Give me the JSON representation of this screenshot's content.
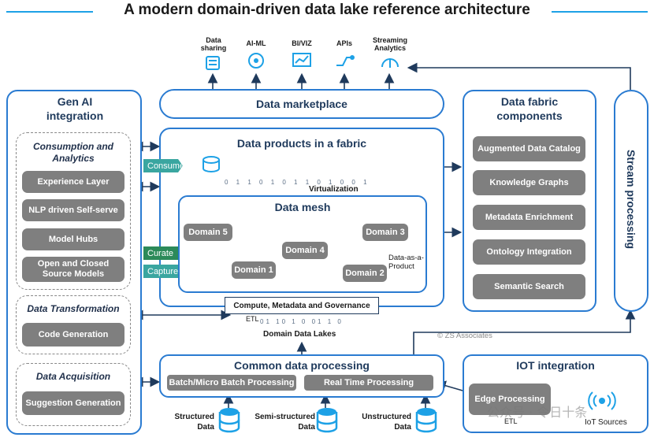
{
  "title": "A modern domain-driven data lake reference architecture",
  "top_icons": [
    {
      "label": "Data sharing",
      "icon": "data-sharing-icon"
    },
    {
      "label": "AI-ML",
      "icon": "ai-ml-icon"
    },
    {
      "label": "BI/VIZ",
      "icon": "bi-viz-icon"
    },
    {
      "label": "APIs",
      "icon": "apis-icon"
    },
    {
      "label": "Streaming Analytics",
      "icon": "streaming-analytics-icon"
    }
  ],
  "gen_ai": {
    "title": "Gen AI integration",
    "consumption": {
      "title": "Consumption and Analytics",
      "items": [
        "Experience Layer",
        "NLP driven Self-serve",
        "Model Hubs",
        "Open and Closed Source Models"
      ]
    },
    "transformation": {
      "title": "Data Transformation",
      "items": [
        "Code Generation"
      ]
    },
    "acquisition": {
      "title": "Data Acquisition",
      "items": [
        "Suggestion Generation"
      ]
    }
  },
  "marketplace": {
    "title": "Data marketplace"
  },
  "fabric_products": {
    "title": "Data products in a fabric",
    "virtualization": "Virtualization",
    "tags": {
      "consume": "Consume",
      "curate": "Curate",
      "capture": "Capture"
    },
    "mesh": {
      "title": "Data mesh",
      "domains": [
        "Domain 5",
        "Domain 4",
        "Domain 3",
        "Domain 1",
        "Domain 2"
      ],
      "daap": "Data-as-a-Product"
    },
    "compute": "Compute, Metadata and Governance",
    "etl": "ETL",
    "lakes": "Domain Data Lakes"
  },
  "fabric_components": {
    "title": "Data fabric components",
    "items": [
      "Augmented Data Catalog",
      "Knowledge Graphs",
      "Metadata Enrichment",
      "Ontology Integration",
      "Semantic Search"
    ]
  },
  "stream": {
    "title": "Stream processing"
  },
  "copyright": "© ZS Associates",
  "common": {
    "title": "Common data processing",
    "items": [
      "Batch/Micro Batch Processing",
      "Real Time Processing"
    ]
  },
  "iot": {
    "title": "IOT integration",
    "edge": "Edge Processing",
    "etl": "ETL",
    "sources": "IoT Sources"
  },
  "data_sources": [
    "Structured Data",
    "Semi-structured Data",
    "Unstructured Data"
  ],
  "watermark": "公众号 · 令日十条"
}
